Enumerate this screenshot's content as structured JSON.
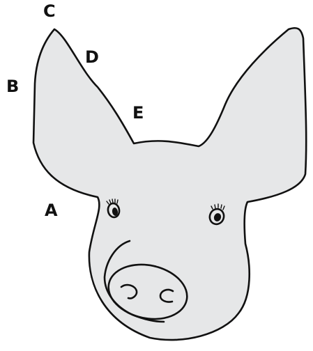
{
  "colors": {
    "outline": "#111111",
    "body_fill": "#e6e7e8",
    "label_color": "#111111",
    "background": "#ffffff"
  },
  "labels": {
    "a": "A",
    "b": "B",
    "c": "C",
    "d": "D",
    "e": "E"
  }
}
